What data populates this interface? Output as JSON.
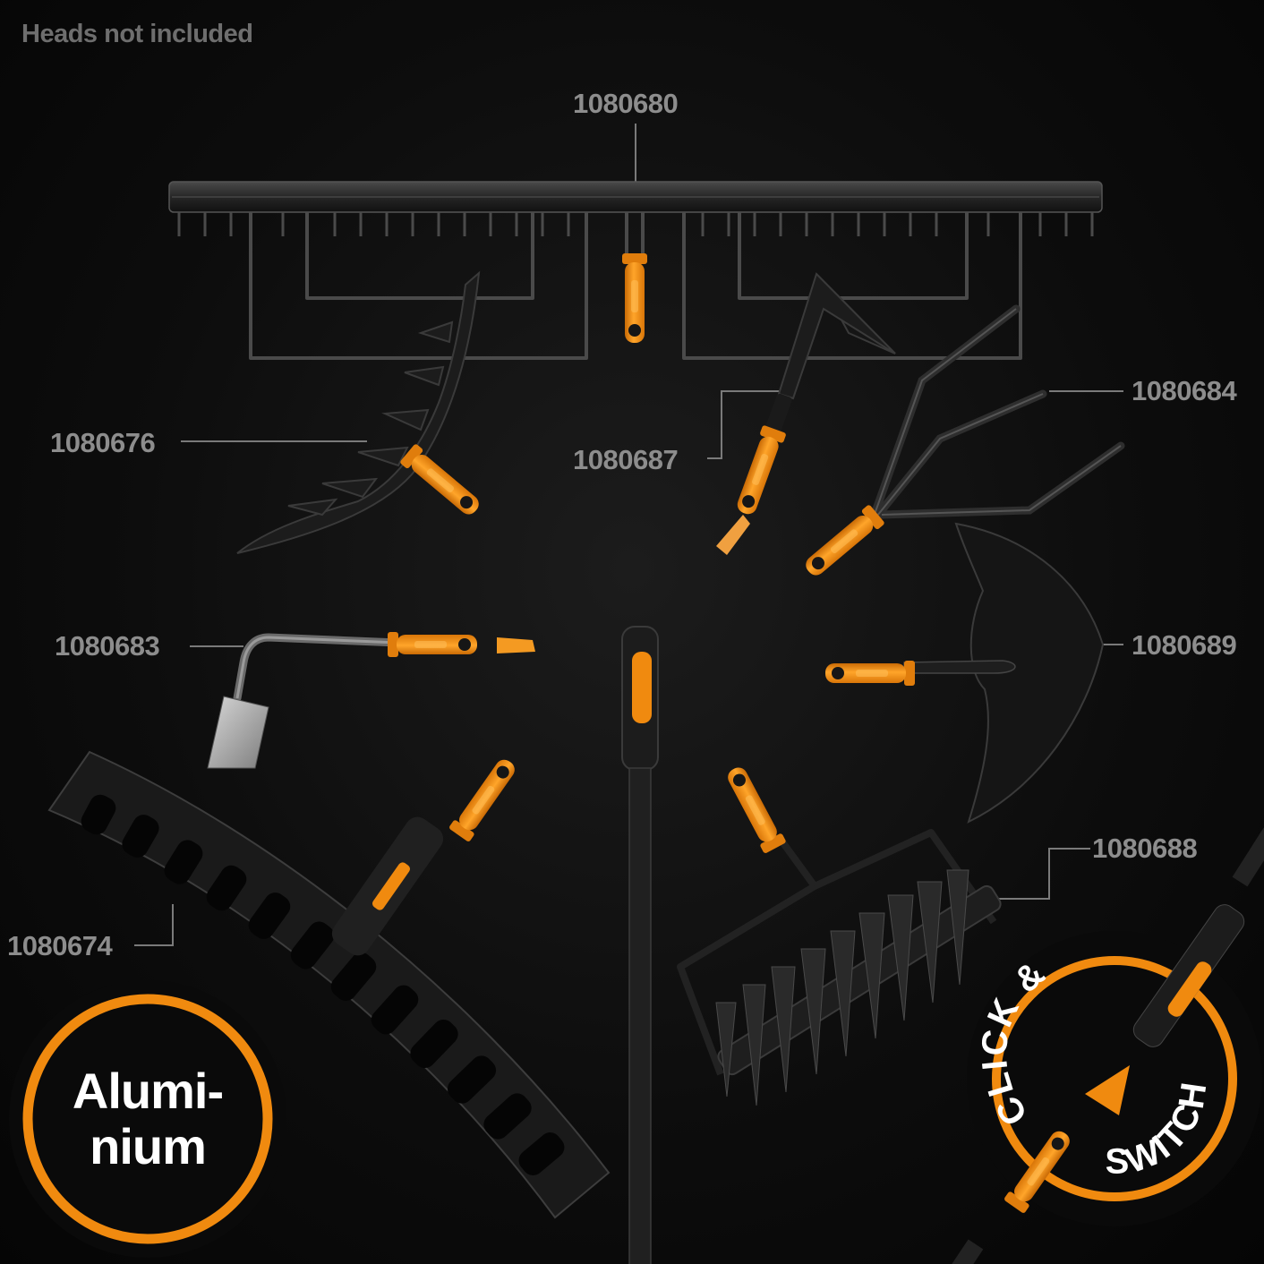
{
  "note": "Heads not included",
  "colors": {
    "accent": "#f08a0f",
    "steel": "#2a2a2a",
    "label": "#8d8d8d"
  },
  "heads": [
    {
      "code": "1080680",
      "tool": "leveling rake"
    },
    {
      "code": "1080676",
      "tool": "hand cultivator rake"
    },
    {
      "code": "1080687",
      "tool": "weeding hoe"
    },
    {
      "code": "1080684",
      "tool": "three-prong cultivator"
    },
    {
      "code": "1080683",
      "tool": "scraper hoe"
    },
    {
      "code": "1080689",
      "tool": "edging spade"
    },
    {
      "code": "1080688",
      "tool": "lawn aerator"
    },
    {
      "code": "1080674",
      "tool": "leaf rake"
    }
  ],
  "badge": {
    "line1": "Alumi-",
    "line2": "nium"
  },
  "click_switch": {
    "top": "CLICK &",
    "bottom": "SWITCH"
  }
}
